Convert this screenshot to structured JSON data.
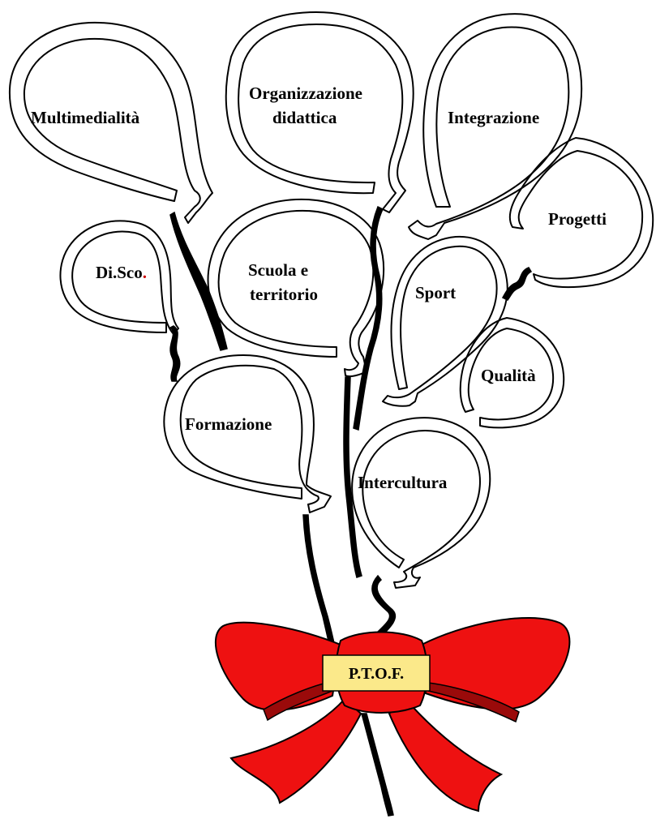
{
  "balloons": {
    "multimedialita": {
      "label": "Multimedialità",
      "color": "#3b6ef5"
    },
    "organizzazione": {
      "line1": "Organizzazione",
      "line2": "didattica",
      "color": "#c010e0"
    },
    "integrazione": {
      "label": "Integrazione",
      "color": "#ff9500"
    },
    "progetti": {
      "label": "Progetti",
      "color": "#ff9500"
    },
    "disco": {
      "label_main": "Di.Sco",
      "label_dot": ".",
      "color": "#000000"
    },
    "scuola": {
      "line1": "Scuola e",
      "line2": "territorio",
      "color": "#ffc000"
    },
    "sport": {
      "label": "Sport",
      "color": "#c8a0ff"
    },
    "qualita": {
      "label": "Qualità",
      "color": "#c8a0ff"
    },
    "formazione": {
      "label": "Formazione",
      "color": "#ffc000"
    },
    "intercultura": {
      "label": "Intercultura",
      "color": "#ffc000"
    }
  },
  "bow": {
    "label": "P.T.O.F.",
    "ribbon_color": "#ee1111",
    "label_bg": "#fbe98a"
  }
}
